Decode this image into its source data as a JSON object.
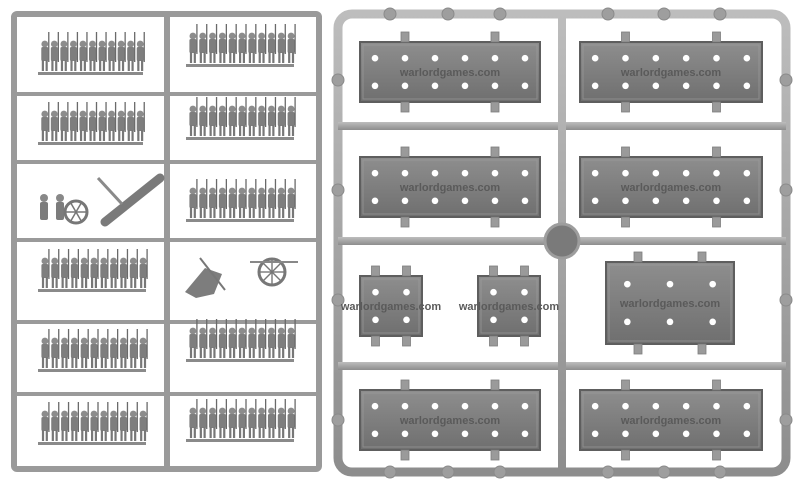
{
  "image": {
    "kind": "photo-like product image",
    "background_color": "#ffffff",
    "plastic_color": "#a6a6a6",
    "plastic_dark": "#6e6e6e",
    "plastic_light": "#c8c8c8"
  },
  "left_sprue": {
    "rows": [
      "infantry-rank",
      "infantry-rank",
      "cannon-crew-and-cannon",
      "infantry-rank",
      "infantry-rank",
      "infantry-rank"
    ],
    "right_column_rows": [
      "infantry-rank",
      "infantry-rank",
      "infantry-rank",
      "casualty-and-limber-wheel",
      "infantry-rank",
      "infantry-rank"
    ]
  },
  "right_sprue": {
    "watermark_text": "warlordgames.com",
    "bases": [
      "large-base",
      "large-base",
      "large-base",
      "large-base",
      "small-base",
      "small-base",
      "square-base",
      "large-base",
      "large-base"
    ]
  }
}
